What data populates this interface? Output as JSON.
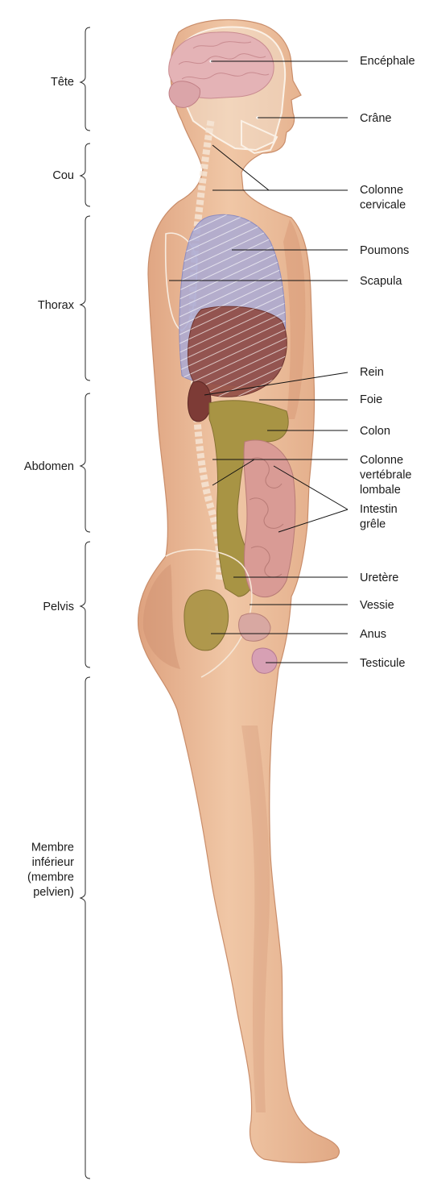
{
  "regions": [
    {
      "lines": [
        "Tête"
      ]
    },
    {
      "lines": [
        "Cou"
      ]
    },
    {
      "lines": [
        "Thorax"
      ]
    },
    {
      "lines": [
        "Abdomen"
      ]
    },
    {
      "lines": [
        "Pelvis"
      ]
    },
    {
      "lines": [
        "Membre",
        "inférieur",
        "(membre",
        "pelvien)"
      ]
    }
  ],
  "organs": [
    {
      "lines": [
        "Encéphale"
      ]
    },
    {
      "lines": [
        "Crâne"
      ]
    },
    {
      "lines": [
        "Colonne",
        "cervicale"
      ]
    },
    {
      "lines": [
        "Poumons"
      ]
    },
    {
      "lines": [
        "Scapula"
      ]
    },
    {
      "lines": [
        "Rein"
      ]
    },
    {
      "lines": [
        "Foie"
      ]
    },
    {
      "lines": [
        "Colon"
      ]
    },
    {
      "lines": [
        "Colonne",
        "vertébrale",
        "lombale"
      ]
    },
    {
      "lines": [
        "Intestin",
        "grêle"
      ]
    },
    {
      "lines": [
        "Uretère"
      ]
    },
    {
      "lines": [
        "Vessie"
      ]
    },
    {
      "lines": [
        "Anus"
      ]
    },
    {
      "lines": [
        "Testicule"
      ]
    }
  ],
  "colors": {
    "skin": "#eec3a0",
    "skin_shade": "#dda481",
    "brain": "#e4b3b6",
    "lung": "#a9a9d4",
    "liver": "#8f4a43",
    "colon": "#a89444",
    "intestine": "#d99b95",
    "bone": "#f3e4d3"
  }
}
